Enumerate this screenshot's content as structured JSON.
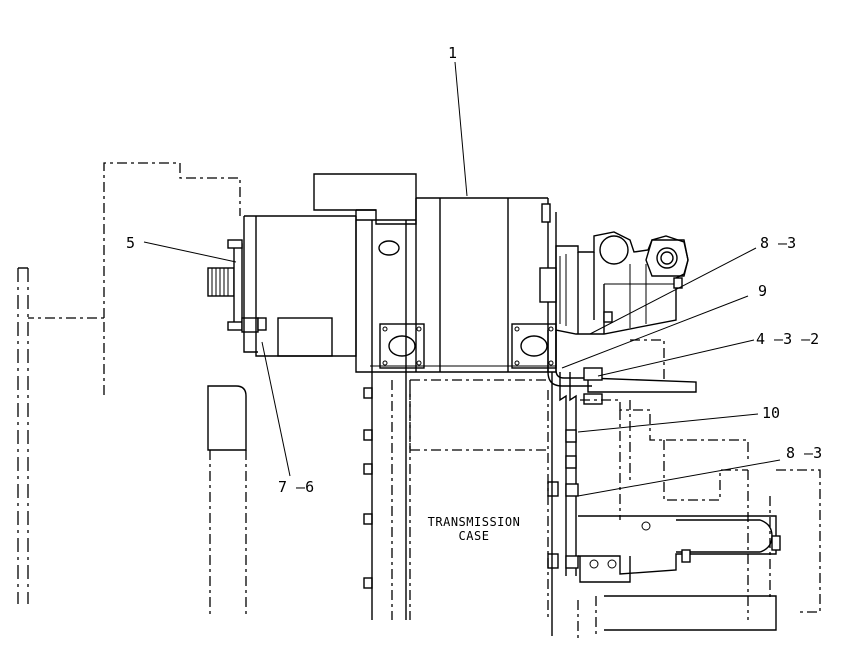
{
  "callouts": {
    "c1": "1",
    "c5": "5",
    "c83a": "8 –3",
    "c9": "9",
    "c432": "4 –3 –2",
    "c10": "10",
    "c83b": "8 –3",
    "c76": "7 –6"
  },
  "case_label": {
    "line1": "TRANSMISSION",
    "line2": "CASE"
  }
}
